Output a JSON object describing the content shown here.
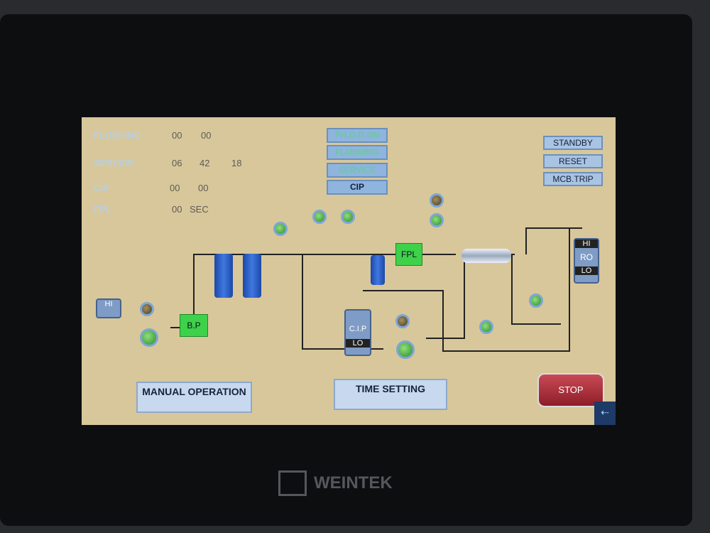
{
  "timers": [
    {
      "label": "FLUSHING",
      "values": [
        "00",
        "00"
      ]
    },
    {
      "label": "SERVICE",
      "values": [
        "06",
        "42",
        "18"
      ]
    },
    {
      "label": "CIP",
      "values": [
        "00",
        "00"
      ]
    },
    {
      "label": "FPL",
      "values": [
        "00",
        "SEC"
      ]
    }
  ],
  "status": [
    "PH.O.D.ON",
    "FLUSHING",
    "SERVICE",
    "CIP"
  ],
  "right_buttons": [
    "STANDBY",
    "RESET",
    "MCB.TRIP"
  ],
  "diagram": {
    "bp": "B.P",
    "fpl": "FPL",
    "cip_tank": "C.I.P",
    "cip_lo": "LO",
    "ro_tank": "RO",
    "ro_hi": "HI",
    "ro_lo": "LO",
    "feed_hi": "HI"
  },
  "buttons": {
    "manual": "MANUAL OPERATION",
    "time": "TIME SETTING",
    "stop": "STOP"
  },
  "brand": "WEINTEK"
}
